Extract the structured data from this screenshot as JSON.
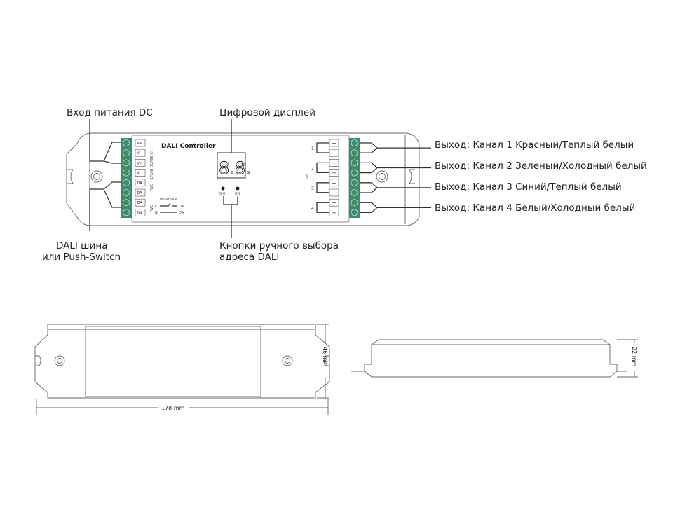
{
  "callouts": {
    "dc_input": "Вход питания DC",
    "display": "Цифровой дисплей",
    "dali_bus_1": "DALI шина",
    "dali_bus_2": "или Push-Switch",
    "buttons_1": "Кнопки ручного выбора",
    "buttons_2": "адреса DALI",
    "outputs": [
      "Выход: Канал 1 Красный/Теплый белый",
      "Выход: Канал 2 Зеленый/Холодный белый",
      "Выход: Канал 3 Синий/Теплый белый",
      "Выход: Канал 4 Белый/Холодный белый"
    ]
  },
  "device": {
    "title": "DALI Controller",
    "display_value": "8.8.",
    "input_terminals": [
      "V+",
      "V-",
      "V+",
      "V-"
    ],
    "input_label": "12-36VDC INPUT",
    "dali_terminals": [
      "DA",
      "DA",
      "DA",
      "DA"
    ],
    "dali_label": "DALI",
    "push_dim": "PUSH DIM",
    "push_l": "L",
    "push_n": "N",
    "push_da": "DA",
    "button_labels": [
      "0-6",
      "0-9"
    ],
    "output_channels": [
      "1",
      "2",
      "3",
      "4"
    ],
    "output_label": "SEC",
    "plus": "+",
    "minus": "−"
  },
  "dimensions": {
    "length": "178 mm",
    "width": "46 mm",
    "height": "22 mm"
  },
  "colors": {
    "terminal_green": "#3f8c68",
    "outline": "#666666"
  }
}
